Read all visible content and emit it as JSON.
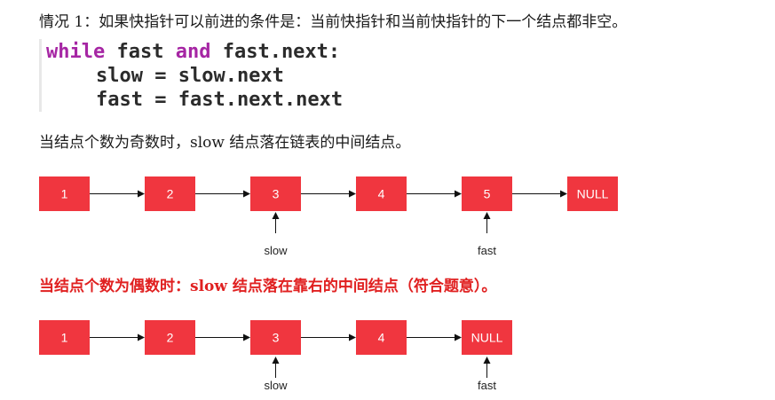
{
  "intro_text": "情况 1：如果快指针可以前进的条件是：当前快指针和当前快指针的下一个结点都非空。",
  "code": {
    "line1": {
      "kw1": "while",
      "mid1": " fast ",
      "kw2": "and",
      "rest": " fast.next:"
    },
    "line2": "slow = slow.next",
    "line3": "fast = fast.next.next"
  },
  "odd_text": "当结点个数为奇数时，slow 结点落在链表的中间结点。",
  "even_text": "当结点个数为偶数时：slow 结点落在靠右的中间结点（符合题意）。",
  "colors": {
    "node_fill": "#f0363f",
    "highlight_text": "#e02020",
    "keyword": "#a626a4"
  },
  "odd_list": {
    "nodes": [
      "1",
      "2",
      "3",
      "4",
      "5",
      "NULL"
    ],
    "slow_label": "slow",
    "fast_label": "fast"
  },
  "even_list": {
    "nodes": [
      "1",
      "2",
      "3",
      "4",
      "NULL"
    ],
    "slow_label": "slow",
    "fast_label": "fast"
  }
}
